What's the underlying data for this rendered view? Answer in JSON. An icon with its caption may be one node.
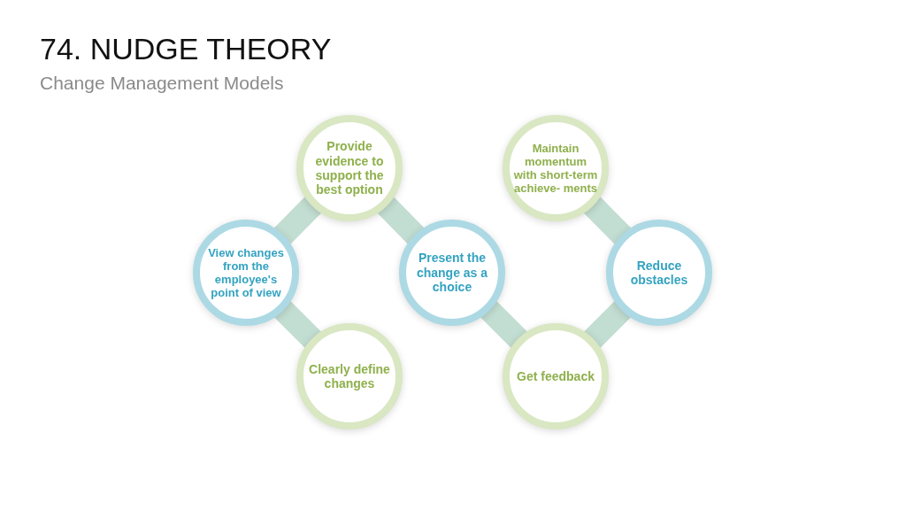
{
  "diagram": {
    "title": "74. NUDGE THEORY",
    "nodes": [
      {
        "text": [
          "Provide evidence to support the best option"
        ]
      },
      {
        "text": [
          "Maintain momentum with short-term achieve- ments"
        ]
      },
      {
        "text": [
          "View changes from the employee's point of view"
        ]
      },
      {
        "text": [
          "Present the change as a choice"
        ]
      },
      {
        "text": [
          "Reduce obstacles"
        ]
      },
      {
        "text": [
          "Clearly define changes"
        ]
      },
      {
        "text": [
          "Get feedback"
        ]
      }
    ],
    "edges": [
      {
        "from": 5,
        "to": 2,
        "arrow": "none"
      },
      {
        "from": 2,
        "to": 0,
        "arrow": "none"
      },
      {
        "from": 0,
        "to": 3,
        "arrow": "none"
      },
      {
        "from": 3,
        "to": 6,
        "arrow": "none"
      },
      {
        "from": 6,
        "to": 4,
        "arrow": "none"
      },
      {
        "from": 4,
        "to": 1,
        "arrow": "none"
      }
    ],
    "labels": [
      "Change Management Models"
    ]
  }
}
